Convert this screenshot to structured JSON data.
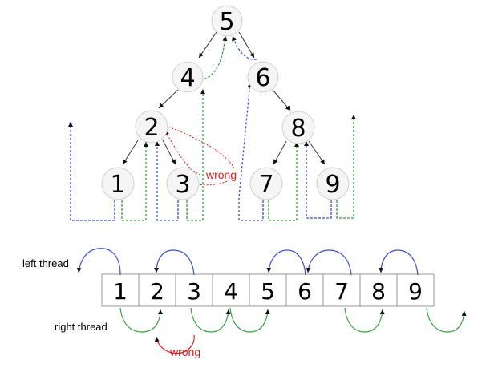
{
  "tree": {
    "nodes": [
      {
        "id": "n5",
        "label": "5"
      },
      {
        "id": "n4",
        "label": "4"
      },
      {
        "id": "n6",
        "label": "6"
      },
      {
        "id": "n2",
        "label": "2"
      },
      {
        "id": "n8",
        "label": "8"
      },
      {
        "id": "n1",
        "label": "1"
      },
      {
        "id": "n3",
        "label": "3"
      },
      {
        "id": "n7",
        "label": "7"
      },
      {
        "id": "n9",
        "label": "9"
      }
    ],
    "wrong_label": "wrong"
  },
  "array": {
    "cells": [
      "1",
      "2",
      "3",
      "4",
      "5",
      "6",
      "7",
      "8",
      "9"
    ],
    "left_thread_label": "left thread",
    "right_thread_label": "right thread",
    "wrong_label": "wrong"
  },
  "colors": {
    "left_thread": "#3a4fd0",
    "right_thread": "#2fa43a",
    "wrong": "#e31d1d",
    "edges": "#333333"
  }
}
